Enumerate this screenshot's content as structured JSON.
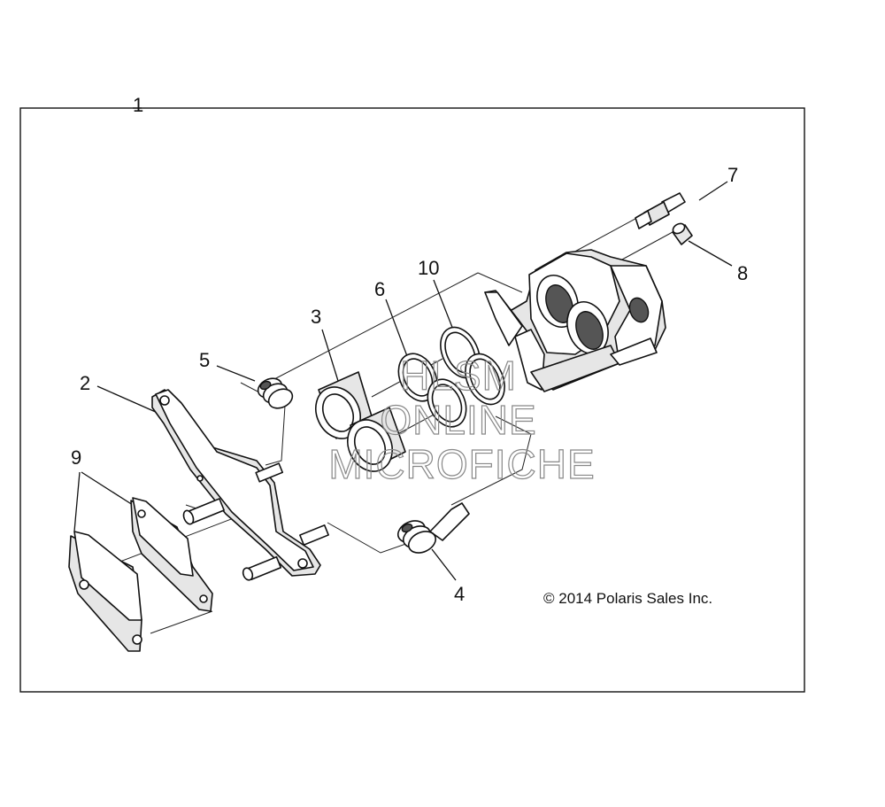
{
  "callouts": {
    "c1": "1",
    "c2": "2",
    "c3": "3",
    "c4": "4",
    "c5": "5",
    "c6": "6",
    "c7": "7",
    "c8": "8",
    "c9": "9",
    "c10": "10"
  },
  "copyright": "© 2014 Polaris Sales Inc.",
  "watermark": {
    "line1": "HLSM",
    "line2": "ONLINE",
    "line3": "MICROFICHE"
  }
}
